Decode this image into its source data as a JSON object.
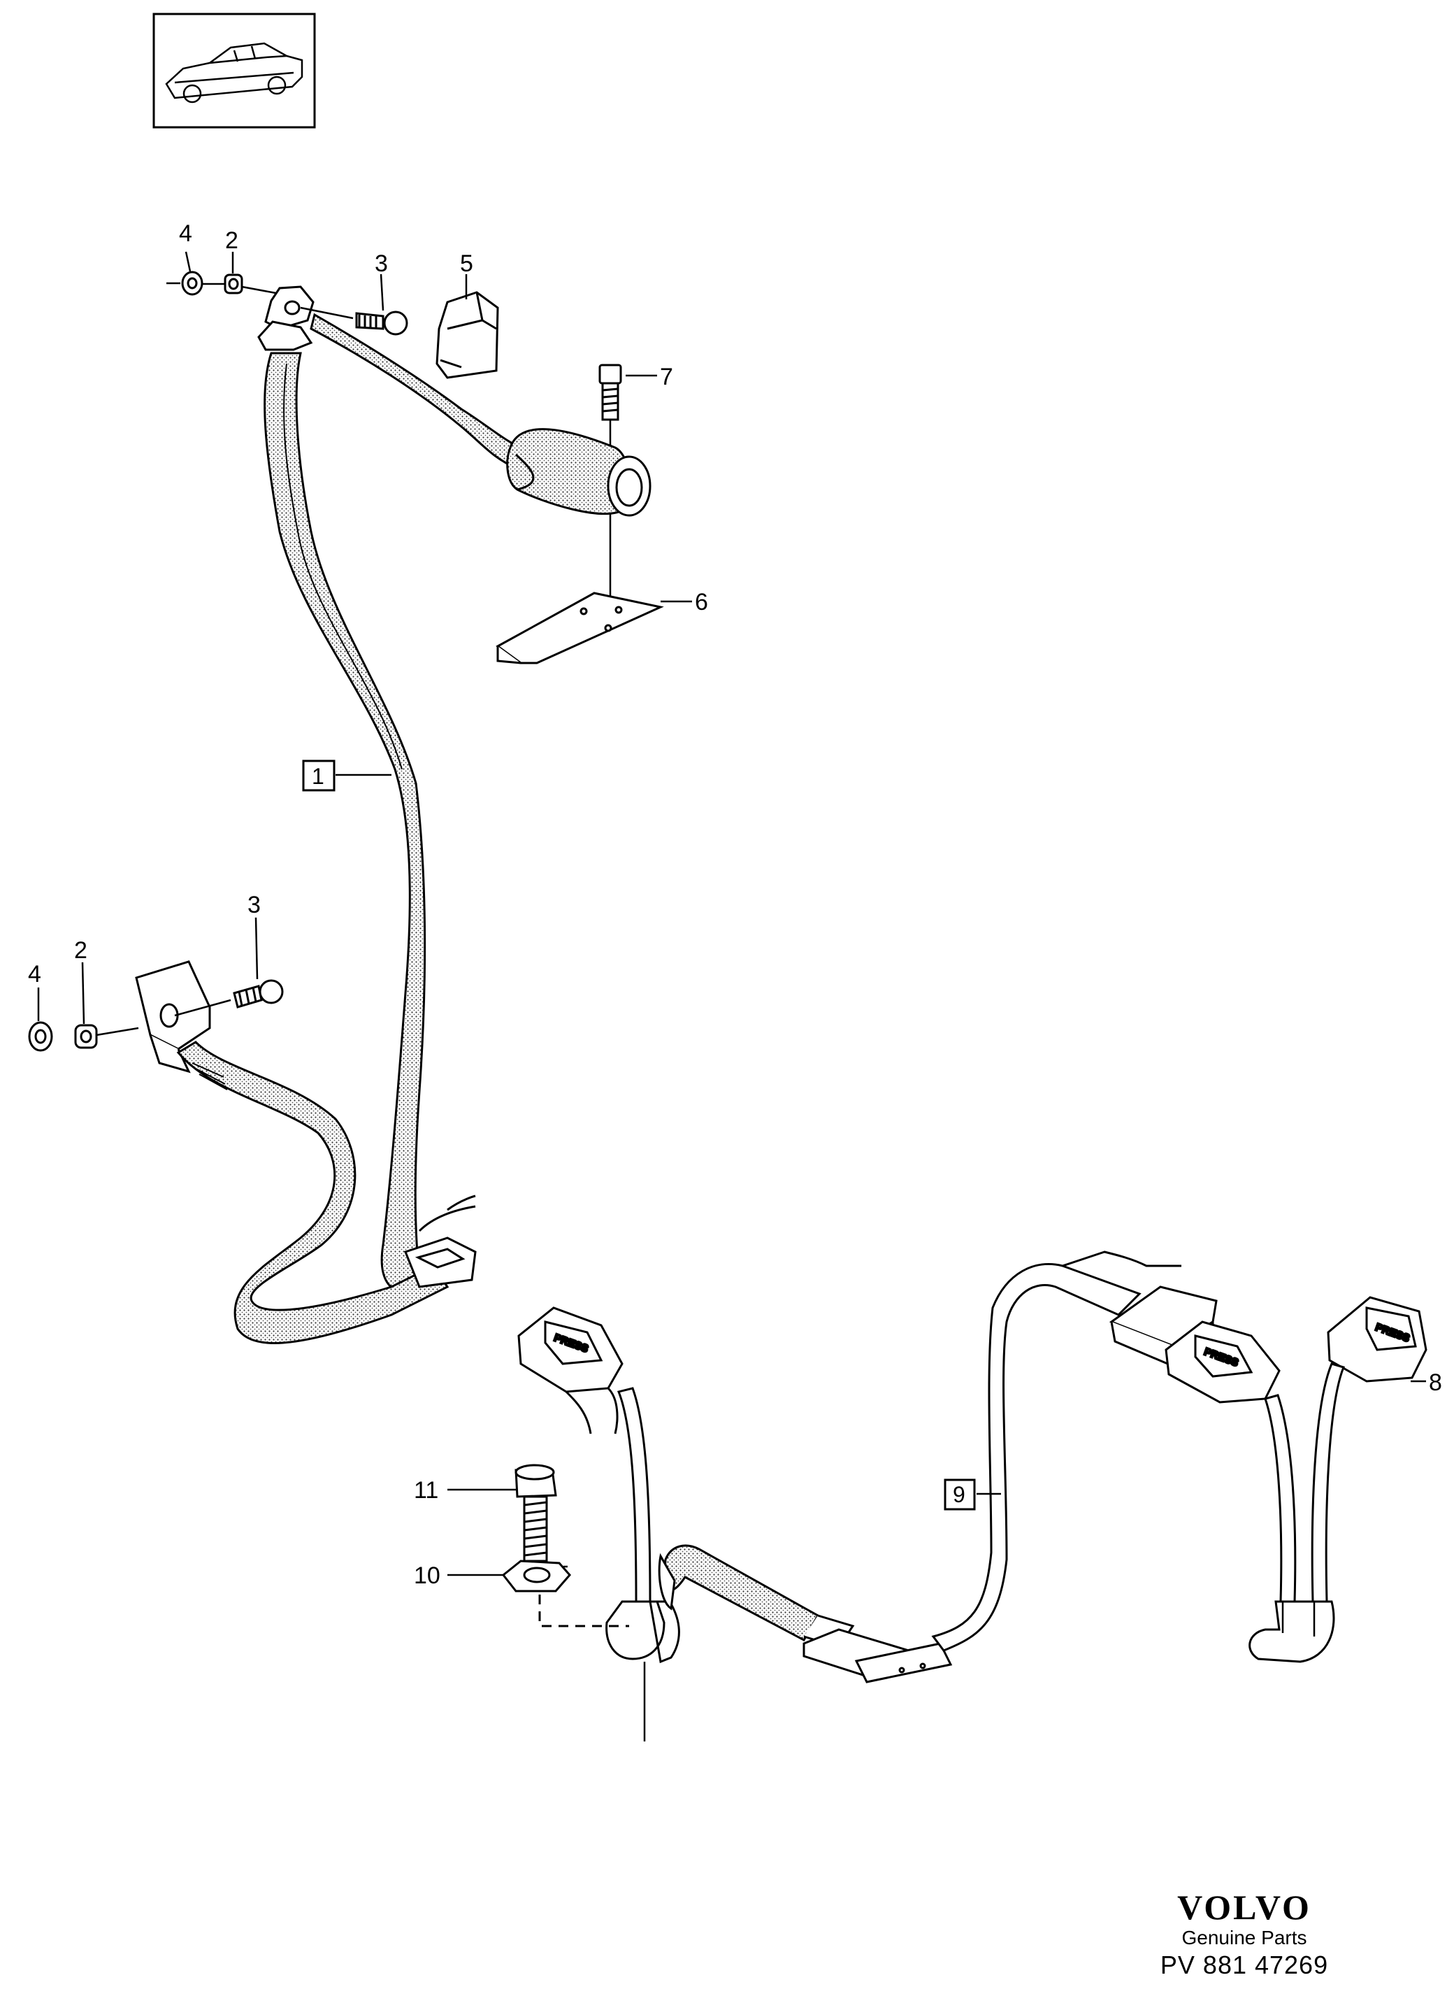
{
  "callouts": {
    "c1": "1",
    "c2a": "2",
    "c2b": "2",
    "c3a": "3",
    "c3b": "3",
    "c4a": "4",
    "c4b": "4",
    "c5": "5",
    "c6": "6",
    "c7": "7",
    "c8": "8",
    "c9": "9",
    "c10": "10",
    "c11": "11"
  },
  "buckle_label": "PRESS",
  "brand": {
    "name": "VOLVO",
    "subtitle": "Genuine Parts",
    "code": "PV 881 47269"
  },
  "icons": [
    "car-thumbnail-icon"
  ],
  "colors": {
    "ink": "#000000",
    "paper": "#ffffff",
    "stipple": "#555555"
  }
}
